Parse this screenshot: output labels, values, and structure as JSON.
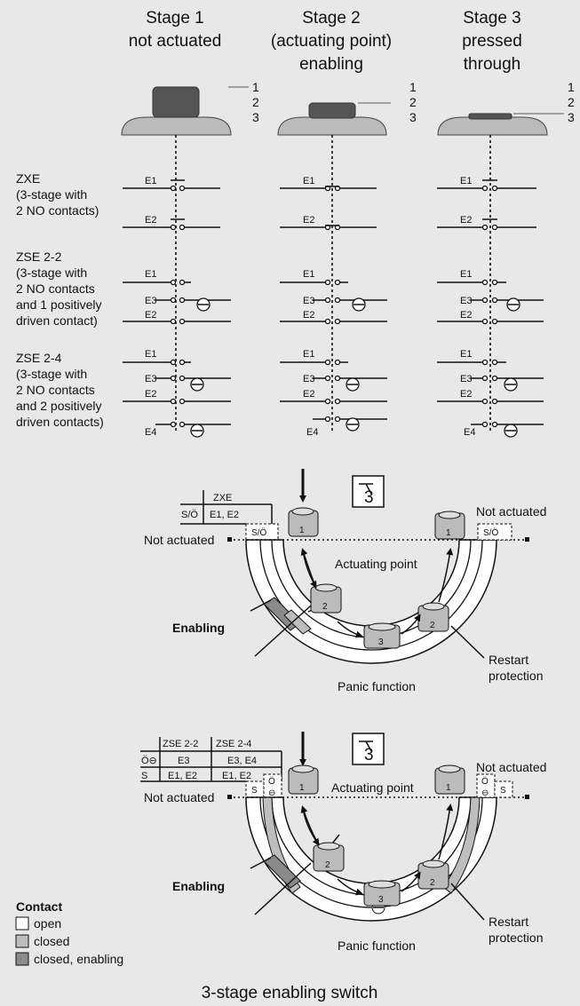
{
  "stages": [
    {
      "line1": "Stage 1",
      "line2": "not actuated",
      "line3": ""
    },
    {
      "line1": "Stage 2",
      "line2": "(actuating point)",
      "line3": "enabling"
    },
    {
      "line1": "Stage 3",
      "line2": "pressed",
      "line3": "through"
    }
  ],
  "position_numbers": [
    "1",
    "2",
    "3"
  ],
  "variants": [
    {
      "name": "ZXE",
      "desc": [
        "(3-stage with",
        "2 NO contacts)"
      ]
    },
    {
      "name": "ZSE 2-2",
      "desc": [
        "(3-stage with",
        "2 NO contacts",
        "and 1 positively",
        "driven contact)"
      ]
    },
    {
      "name": "ZSE 2-4",
      "desc": [
        "(3-stage with",
        "2 NO contacts",
        "and 2 positively",
        "driven contacts)"
      ]
    }
  ],
  "contact_labels": {
    "e1": "E1",
    "e2": "E2",
    "e3": "E3",
    "e4": "E4"
  },
  "diagram1": {
    "table_header": "ZXE",
    "table_row_label": "S/Ö",
    "table_row_value": "E1, E2",
    "left_box": "S/Ö",
    "right_box": "S/Ö",
    "not_actuated_left": "Not actuated",
    "not_actuated_right": "Not actuated",
    "actuating_point": "Actuating point",
    "enabling": "Enabling",
    "restart_line1": "Restart",
    "restart_line2": "protection",
    "panic": "Panic function",
    "stage_icon": "3",
    "btn_nums": [
      "1",
      "2",
      "3",
      "2",
      "1"
    ]
  },
  "diagram2": {
    "col1": "ZSE 2-2",
    "col2": "ZSE 2-4",
    "row1_label": "Ö⊖",
    "row1_v1": "E3",
    "row1_v2": "E3, E4",
    "row2_label": "S",
    "row2_v1": "E1, E2",
    "row2_v2": "E1, E2",
    "box_s": "S",
    "box_o": "Ö",
    "not_actuated_left": "Not actuated",
    "not_actuated_right": "Not actuated",
    "actuating_point": "Actuating point",
    "enabling": "Enabling",
    "restart_line1": "Restart",
    "restart_line2": "protection",
    "panic": "Panic function",
    "stage_icon": "3",
    "btn_nums": [
      "1",
      "2",
      "3",
      "2",
      "1"
    ]
  },
  "legend": {
    "title": "Contact",
    "items": [
      "open",
      "closed",
      "closed, enabling"
    ]
  },
  "colors": {
    "open": "#ffffff",
    "closed": "#bdbdbd",
    "enabling": "#8a8a8a",
    "button": "#555555",
    "base": "#bbbbbb"
  },
  "caption": "3-stage enabling switch"
}
